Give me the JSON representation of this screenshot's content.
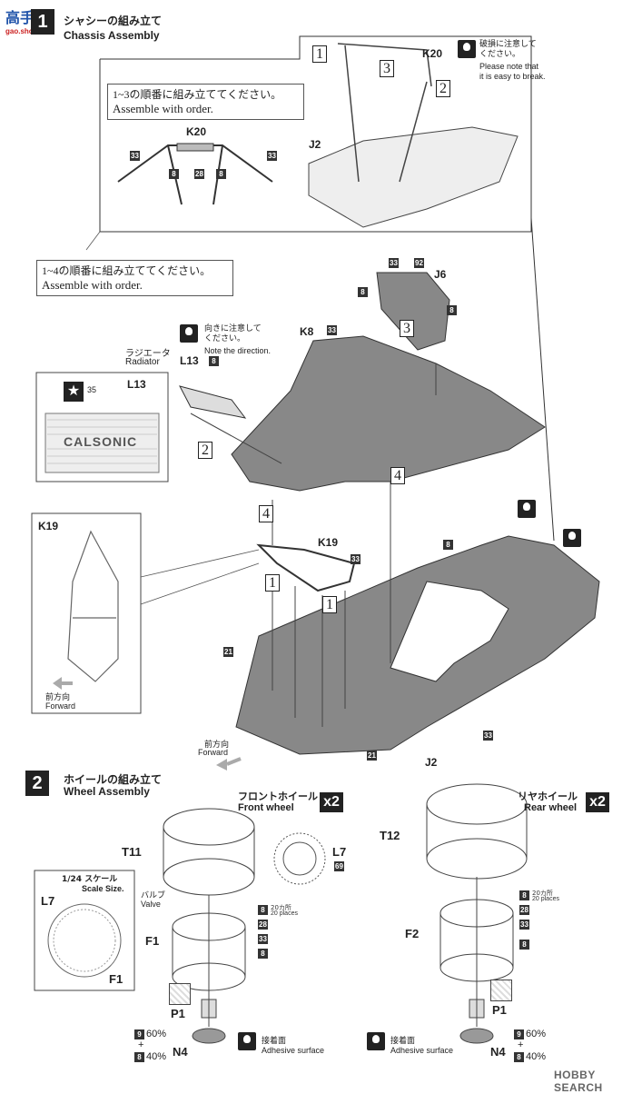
{
  "watermark_top": {
    "line1": "高手",
    "line2": "gao.shou.com"
  },
  "step1": {
    "title_jp": "シャシーの組み立て",
    "title_en": "Chassis Assembly"
  },
  "note1": {
    "jp": "1~3の順番に組み立ててください。",
    "en": "Assemble with order."
  },
  "note2": {
    "jp": "1~4の順番に組み立ててください。",
    "en": "Assemble with order."
  },
  "caution_break": {
    "jp": "破損に注意して\nください。",
    "en": "Please note that\nit is easy to break."
  },
  "caution_direction": {
    "jp": "向きに注意して\nください。",
    "en": "Note the direction."
  },
  "radiator": {
    "jp": "ラジエータ",
    "en": "Radiator"
  },
  "forward": {
    "jp": "前方向",
    "en": "Forward"
  },
  "parts": {
    "k20": "K20",
    "j2": "J2",
    "j6": "J6",
    "k8": "K8",
    "l13": "L13",
    "k19": "K19",
    "t11": "T11",
    "t12": "T12",
    "l7": "L7",
    "f1": "F1",
    "f2": "F2",
    "p1": "P1",
    "n4": "N4"
  },
  "decal_brand": "CALSONIC",
  "numbers": {
    "n33": "33",
    "n28": "28",
    "n8": "8",
    "n92": "92",
    "n21": "21",
    "n35": "35",
    "n69": "69",
    "n9": "9"
  },
  "steps": {
    "s1": "1",
    "s2": "2",
    "s3": "3",
    "s4": "4"
  },
  "step2": {
    "num": "2",
    "title_jp": "ホイールの組み立て",
    "title_en": "Wheel Assembly"
  },
  "front_wheel": {
    "jp": "フロントホイール",
    "en": "Front wheel",
    "qty": "x2"
  },
  "rear_wheel": {
    "jp": "リヤホイール",
    "en": "Rear wheel",
    "qty": "x2"
  },
  "scale": {
    "jp": "1/24 スケール",
    "en": "Scale Size."
  },
  "valve": {
    "jp": "バルブ",
    "en": "Valve"
  },
  "places": {
    "jp": "20カ所",
    "en": "20 places"
  },
  "adhesive": {
    "jp": "接着面",
    "en": "Adhesive surface"
  },
  "paint_mix": {
    "a": "60%",
    "plus": "+",
    "b": "40%"
  },
  "watermark_bottom": "HOBBY SEARCH"
}
